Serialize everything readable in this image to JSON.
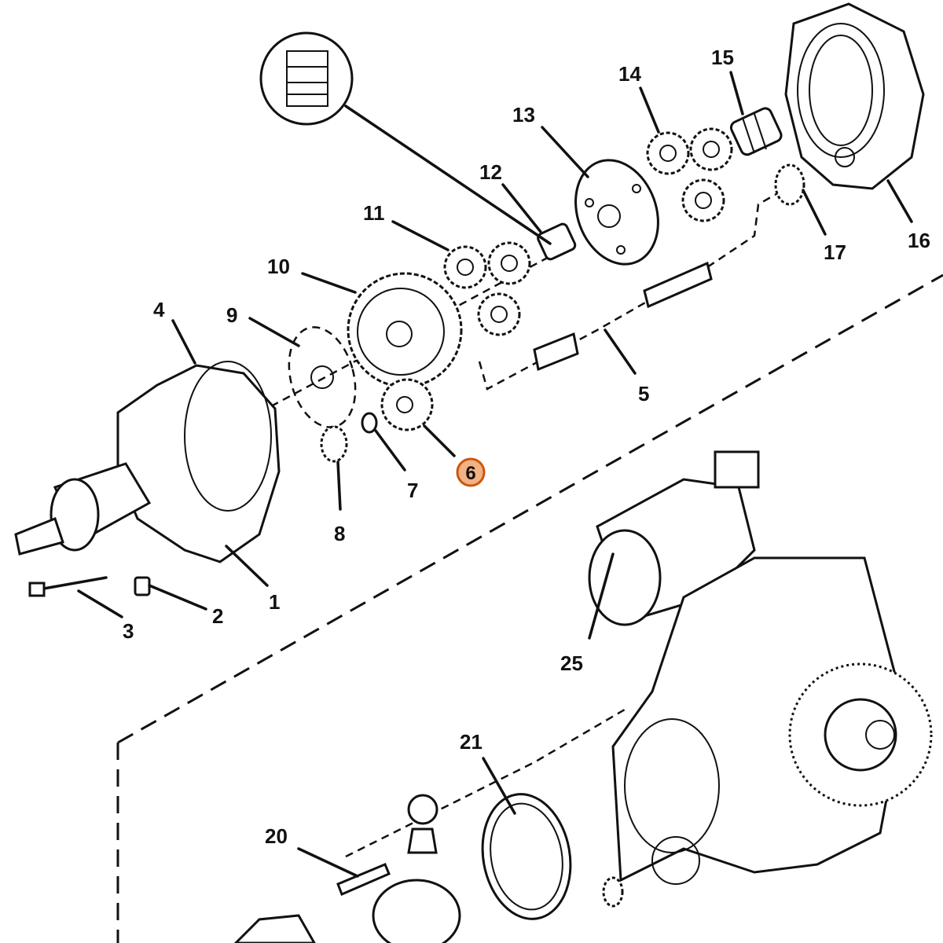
{
  "callouts": [
    {
      "id": "c1",
      "text": "1"
    },
    {
      "id": "c2",
      "text": "2"
    },
    {
      "id": "c3",
      "text": "3"
    },
    {
      "id": "c4",
      "text": "4"
    },
    {
      "id": "c5",
      "text": "5"
    },
    {
      "id": "c6",
      "text": "6",
      "highlighted": true
    },
    {
      "id": "c7",
      "text": "7"
    },
    {
      "id": "c8",
      "text": "8"
    },
    {
      "id": "c9",
      "text": "9"
    },
    {
      "id": "c10",
      "text": "10"
    },
    {
      "id": "c11",
      "text": "11"
    },
    {
      "id": "c12",
      "text": "12"
    },
    {
      "id": "c13",
      "text": "13"
    },
    {
      "id": "c14",
      "text": "14"
    },
    {
      "id": "c15",
      "text": "15"
    },
    {
      "id": "c16",
      "text": "16"
    },
    {
      "id": "c17",
      "text": "17"
    },
    {
      "id": "c20",
      "text": "20"
    },
    {
      "id": "c21",
      "text": "21"
    },
    {
      "id": "c25",
      "text": "25"
    }
  ],
  "colors": {
    "highlight_fill": "#f4b183",
    "highlight_stroke": "#c55a11",
    "ink": "#111111"
  }
}
